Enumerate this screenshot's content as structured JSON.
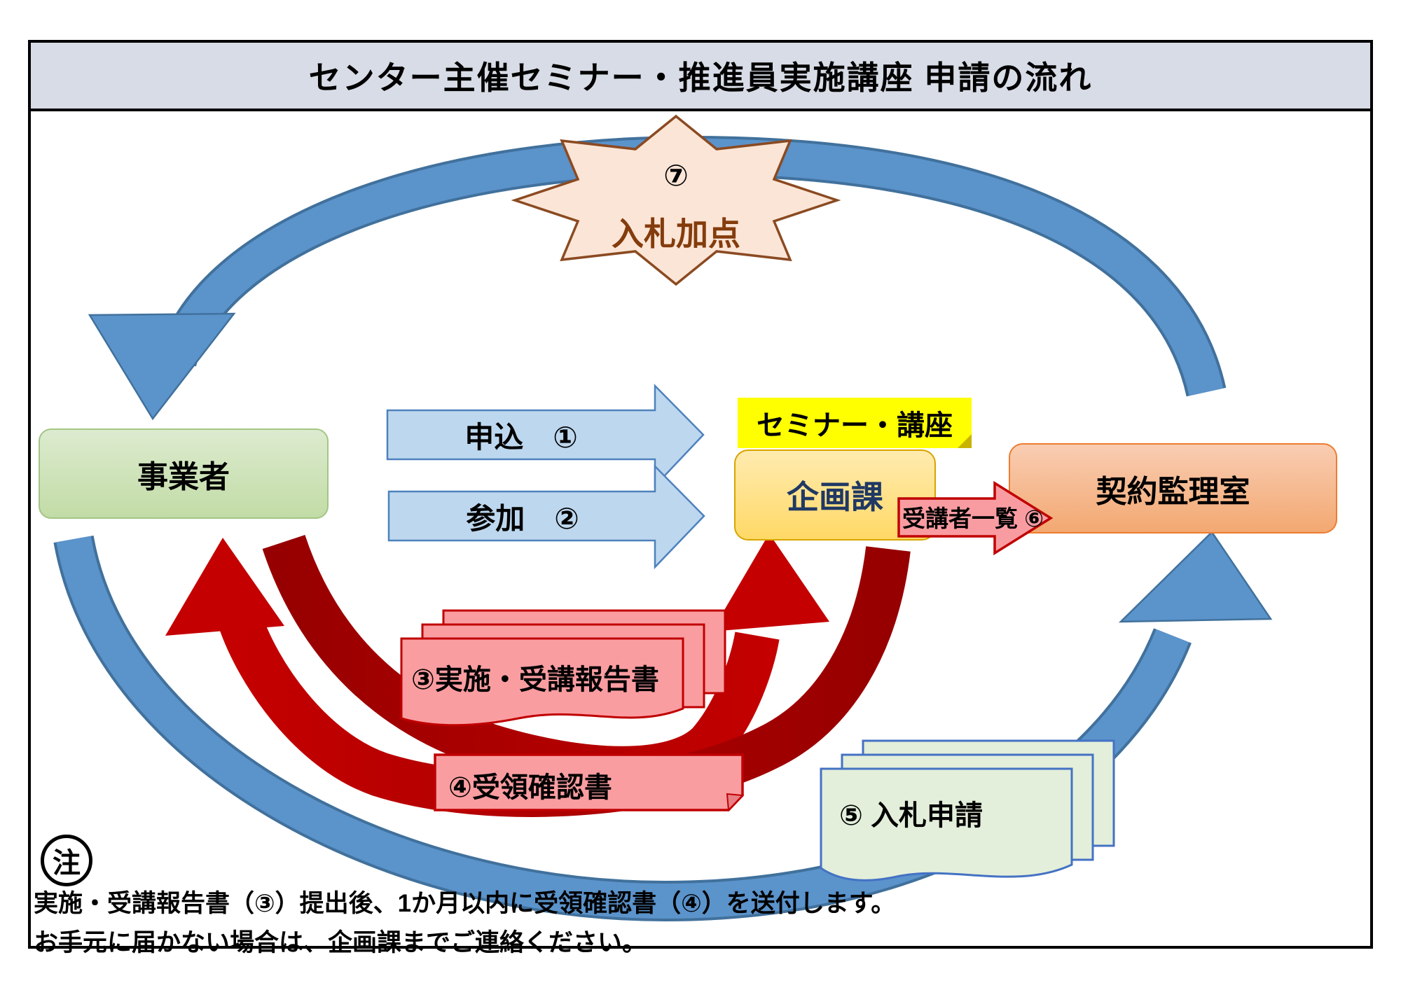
{
  "title": "センター主催セミナー・推進員実施講座 申請の流れ",
  "nodes": {
    "business": "事業者",
    "seminar": "セミナー・講座",
    "planning": "企画課",
    "contract": "契約監理室"
  },
  "flows": {
    "apply": "申込　①",
    "participate": "参加　②",
    "report": "③実施・受講報告書",
    "receipt": "④受領確認書",
    "bid_application": "⑤ 入札申請",
    "attendee_list": "受講者一覧 ⑥",
    "bid_point_number": "⑦",
    "bid_point": "入札加点"
  },
  "note": {
    "mark": "注",
    "line1": "実施・受講報告書（③）提出後、1か月以内に受領確認書（④）を送付します。",
    "line2": "お手元に届かない場合は、企画課までご連絡ください。"
  },
  "colors": {
    "blue_arrow": "#5B93CB",
    "blue_arrow_border": "#41719C",
    "red_arrow": "#C40000",
    "red_arrow_dark": "#970000",
    "light_blue_arrow": "#BDD7EE",
    "pink": "#F99CA2",
    "green_box": "#C9DFB0",
    "orange_box": "#F5B183",
    "yellow_box": "#FFFF00",
    "planning_box": "#FFD966",
    "star_fill": "#FBE5D6",
    "star_border": "#843C0C",
    "title_bg": "#D8DCE6",
    "light_green_doc": "#E3EFDA"
  }
}
